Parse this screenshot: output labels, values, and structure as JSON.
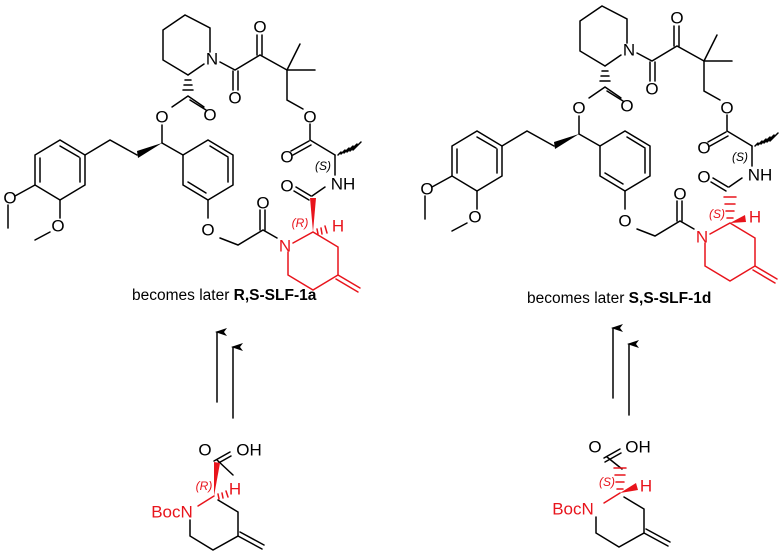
{
  "figure": {
    "left_panel": {
      "caption_prefix": "becomes later",
      "caption_compound": "R,S-SLF-1a",
      "macrocycle_stereo_labels": {
        "alanine": "(S)",
        "pipecolate": "(R)"
      },
      "building_block": {
        "protecting_group_label": "BocN",
        "acid_label": "OH",
        "carbonyl_label": "O",
        "stereo_label": "(R)",
        "h_label": "H"
      }
    },
    "right_panel": {
      "caption_prefix": "becomes later",
      "caption_compound": "S,S-SLF-1d",
      "macrocycle_stereo_labels": {
        "alanine": "(S)",
        "pipecolate": "(S)"
      },
      "building_block": {
        "protecting_group_label": "BocN",
        "acid_label": "OH",
        "carbonyl_label": "O",
        "stereo_label": "(S)",
        "h_label": "H"
      }
    },
    "atom_labels": {
      "O": "O",
      "N": "N",
      "NH": "NH",
      "H": "H"
    },
    "arrows": {
      "count_per_panel": 2,
      "direction": "up"
    },
    "colors": {
      "highlight": "#e8141c",
      "bond": "#000000"
    }
  }
}
